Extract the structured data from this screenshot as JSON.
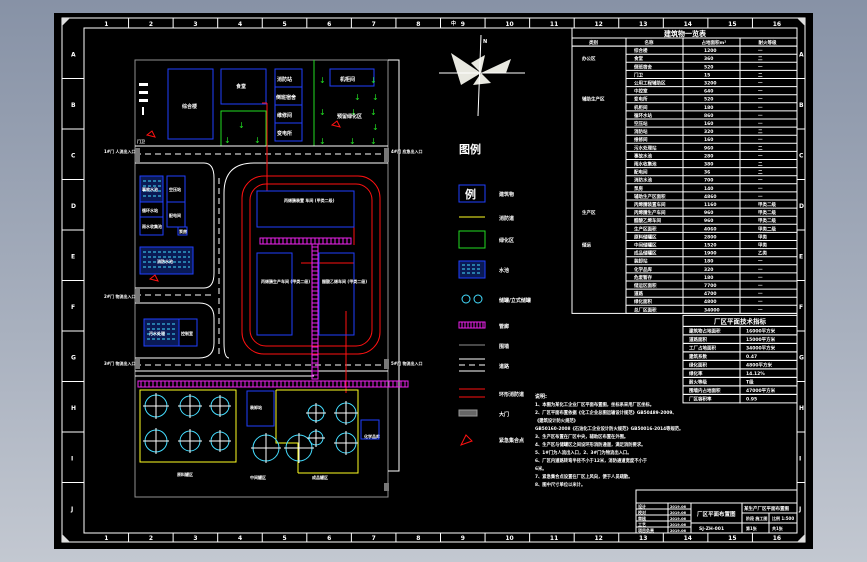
{
  "drawing": {
    "title": "厂区平面布置图",
    "drawing_no": "SJ-ZH-001",
    "project": "某生产厂区平面布置图",
    "grid_columns": [
      "1",
      "2",
      "3",
      "4",
      "5",
      "6",
      "7",
      "8",
      "9",
      "10",
      "11",
      "12",
      "13",
      "14",
      "15",
      "16"
    ],
    "grid_rows": [
      "A",
      "B",
      "C",
      "D",
      "E",
      "F",
      "G",
      "H",
      "I",
      "J"
    ],
    "center_mark": "中"
  },
  "site": {
    "buildings_top": [
      {
        "label": "综合楼"
      },
      {
        "label": "食堂"
      },
      {
        "label": "消防站"
      },
      {
        "label": "倒班宿舍"
      },
      {
        "label": "维修间"
      },
      {
        "label": "变电所"
      },
      {
        "label": "机柜间"
      },
      {
        "label": "预留绿化区"
      }
    ],
    "buildings_mid": [
      {
        "label": "事故水池"
      },
      {
        "label": "循环水站"
      },
      {
        "label": "雨水收集池"
      },
      {
        "label": "空压站"
      },
      {
        "label": "配电间"
      },
      {
        "label": "泵房"
      },
      {
        "label": "消防水池"
      },
      {
        "label": "污水处理"
      },
      {
        "label": "控制室"
      }
    ],
    "process": [
      {
        "label": "丙烯腈装置 车间 (甲类二级)"
      },
      {
        "label": "丙烯腈生产车间 (甲类二级)"
      },
      {
        "label": "醋酸乙烯车间 (甲类二级)"
      }
    ],
    "tank_farms": [
      {
        "label": "原料罐区"
      },
      {
        "label": "中间罐区"
      },
      {
        "label": "成品罐区"
      },
      {
        "label": "装卸站"
      },
      {
        "label": "化学品库"
      }
    ],
    "gates": [
      {
        "label": "1#门 人流出入口"
      },
      {
        "label": "2#门 物流出入口"
      },
      {
        "label": "3#门 物流出入口"
      },
      {
        "label": "4#门 应急出入口"
      },
      {
        "label": "5#门 物流出入口"
      },
      {
        "label": "门卫"
      }
    ]
  },
  "legend": {
    "title": "图例",
    "items": [
      {
        "icon": "building-icon",
        "label": "建筑物"
      },
      {
        "icon": "fire-lane-icon",
        "label": "消防道"
      },
      {
        "icon": "green-area-icon",
        "label": "绿化区"
      },
      {
        "icon": "pool-icon",
        "label": "水池"
      },
      {
        "icon": "tank-icon",
        "label": "储罐/立式储罐"
      },
      {
        "icon": "pipe-rack-icon",
        "label": "管廊"
      },
      {
        "icon": "fence-icon",
        "label": "围墙"
      },
      {
        "icon": "road-icon",
        "label": "道路"
      },
      {
        "icon": "ring-road-icon",
        "label": "环形消防道"
      },
      {
        "icon": "gate-icon",
        "label": "大门"
      },
      {
        "icon": "assembly-point-icon",
        "label": "紧急集合点"
      }
    ]
  },
  "building_table": {
    "title": "建筑物一览表",
    "headers": [
      "类别",
      "名称",
      "占地面积m²",
      "耐火等级"
    ],
    "rows": [
      {
        "group": "办公区",
        "name": "综合楼",
        "area": "1200",
        "grade": "一"
      },
      {
        "group": "",
        "name": "食堂",
        "area": "360",
        "grade": "二"
      },
      {
        "group": "",
        "name": "倒班宿舍",
        "area": "520",
        "grade": "一"
      },
      {
        "group": "",
        "name": "门卫",
        "area": "15",
        "grade": "二"
      },
      {
        "group": "",
        "name": "公用工程辅助区",
        "area": "3200",
        "grade": "一"
      },
      {
        "group": "辅助生产区",
        "name": "中控室",
        "area": "640",
        "grade": "一"
      },
      {
        "group": "",
        "name": "变电所",
        "area": "520",
        "grade": "一"
      },
      {
        "group": "",
        "name": "机柜间",
        "area": "180",
        "grade": "一"
      },
      {
        "group": "",
        "name": "循环水站",
        "area": "860",
        "grade": "一"
      },
      {
        "group": "",
        "name": "空压站",
        "area": "160",
        "grade": "一"
      },
      {
        "group": "",
        "name": "消防站",
        "area": "320",
        "grade": "二"
      },
      {
        "group": "",
        "name": "维修间",
        "area": "160",
        "grade": "一"
      },
      {
        "group": "",
        "name": "污水处理站",
        "area": "960",
        "grade": "二"
      },
      {
        "group": "",
        "name": "事故水池",
        "area": "280",
        "grade": "一"
      },
      {
        "group": "",
        "name": "雨水收集池",
        "area": "380",
        "grade": "二"
      },
      {
        "group": "",
        "name": "配电间",
        "area": "36",
        "grade": "二"
      },
      {
        "group": "",
        "name": "消防水池",
        "area": "700",
        "grade": "一"
      },
      {
        "group": "",
        "name": "泵房",
        "area": "140",
        "grade": "一"
      },
      {
        "group": "",
        "name": "辅助生产区面积",
        "area": "4860",
        "grade": "一"
      },
      {
        "group": "生产区",
        "name": "丙烯腈装置车间",
        "area": "1160",
        "grade": "甲类二级"
      },
      {
        "group": "",
        "name": "丙烯腈生产车间",
        "area": "960",
        "grade": "甲类二级"
      },
      {
        "group": "",
        "name": "醋酸乙烯车间",
        "area": "960",
        "grade": "甲类二级"
      },
      {
        "group": "",
        "name": "生产区面积",
        "area": "4060",
        "grade": "甲类二级"
      },
      {
        "group": "储运",
        "name": "原料储罐区",
        "area": "2800",
        "grade": "甲类"
      },
      {
        "group": "",
        "name": "中间储罐区",
        "area": "1520",
        "grade": "甲类"
      },
      {
        "group": "",
        "name": "成品储罐区",
        "area": "1900",
        "grade": "乙类"
      },
      {
        "group": "",
        "name": "装卸站",
        "area": "180",
        "grade": "一"
      },
      {
        "group": "",
        "name": "化学品库",
        "area": "320",
        "grade": "一"
      },
      {
        "group": "",
        "name": "危废暂存",
        "area": "180",
        "grade": "一"
      },
      {
        "group": "",
        "name": "储运区面积",
        "area": "7700",
        "grade": "一"
      },
      {
        "group": "",
        "name": "道路",
        "area": "4700",
        "grade": "一"
      },
      {
        "group": "",
        "name": "绿化面积",
        "area": "4800",
        "grade": "一"
      },
      {
        "group": "",
        "name": "总厂区面积",
        "area": "34000",
        "grade": "一"
      }
    ]
  },
  "tech_table": {
    "title": "厂区平面技术指标",
    "rows": [
      {
        "name": "建筑物占地面积",
        "value": "16000平方米"
      },
      {
        "name": "道路面积",
        "value": "15000平方米"
      },
      {
        "name": "工厂占地面积",
        "value": "34000平方米"
      },
      {
        "name": "建筑系数",
        "value": "0.47"
      },
      {
        "name": "绿化面积",
        "value": "4800平方米"
      },
      {
        "name": "绿化率",
        "value": "14.12%"
      },
      {
        "name": "耐火等级",
        "value": "T级"
      },
      {
        "name": "围墙内占地面积",
        "value": "47000平方米"
      },
      {
        "name": "厂区容积率",
        "value": "0.95"
      }
    ]
  },
  "notes": {
    "title": "说明:",
    "lines": [
      "1、本图为某化工企业厂区平面布置图，坐标系采用厂区坐标。",
      "2、厂区平面布置依据《化工企业总图运输设计规范》GB50489-2009、",
      "   《建筑设计防火规范》",
      "   GB50160-2008《石油化工企业设计防火规范》GB50016-2014等规范。",
      "3、生产区布置在厂区中央，辅助区布置在外围。",
      "4、生产区与储罐区之间设环形消防通道，满足消防要求。",
      "5、1#门为人流出入口，2、3#门为物流出入口。",
      "6、厂区内道路转弯半径不小于12米，消防通道宽度不小于",
      "   6米。",
      "7、紧急集合点设置在厂区上风向，便于人员疏散。",
      "8、图中尺寸单位以米计。"
    ]
  },
  "title_block": {
    "sign_rows": [
      {
        "role": "设计",
        "name": ""
      },
      {
        "role": "校对",
        "name": ""
      },
      {
        "role": "审核",
        "name": ""
      },
      {
        "role": "工艺",
        "name": ""
      },
      {
        "role": "项目负责",
        "name": ""
      }
    ],
    "dates": [
      "2019.06",
      "2019.06",
      "2019.06",
      "2019.06",
      "2019.06"
    ],
    "drawing_name": "厂区平面布置图",
    "drawing_code": "SJ-ZH-001",
    "project_name": "某生产厂区平面布置图",
    "stage_label": "阶段",
    "stage_value": "施工图",
    "scale_label": "比例",
    "scale_value": "1:500",
    "sheet_label": "第1张",
    "sheet_total": "共1张"
  },
  "colors": {
    "building": "#1f3fff",
    "green": "#22dd22",
    "water": "#44ddff",
    "pipe_rack": "#ee22ee",
    "fire_road": "#ff1111",
    "tank_area": "#ffff22",
    "fence": "#909090",
    "line": "#ffffff"
  }
}
